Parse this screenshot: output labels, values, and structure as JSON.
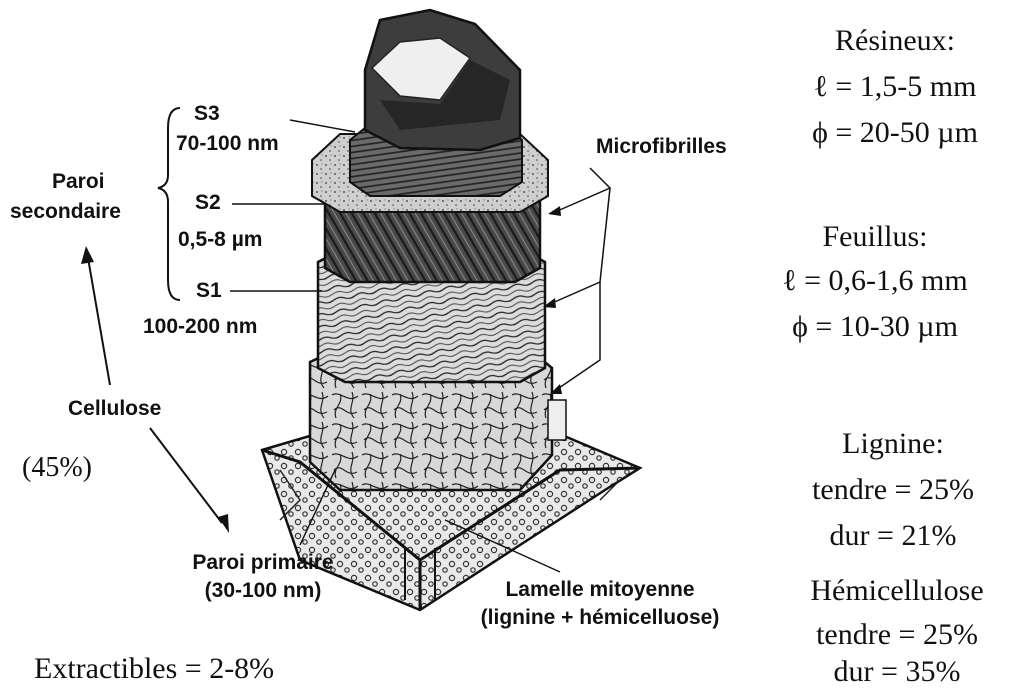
{
  "labels": {
    "s3": "S3",
    "s3_size": "70-100 nm",
    "s2": "S2",
    "s2_size": "0,5-8 µm",
    "s1": "S1",
    "s1_size": "100-200 nm",
    "paroi": "Paroi",
    "secondaire": "secondaire",
    "cellulose": "Cellulose",
    "cellulose_pct": "(45%)",
    "microfibrilles": "Microfibrilles",
    "paroi_primaire": "Paroi primaire",
    "paroi_primaire_size": "(30-100 nm)",
    "lamelle": "Lamelle mitoyenne",
    "lamelle_comp": "(lignine + hémicelluose)",
    "extractibles": "Extractibles = 2-8%"
  },
  "right_panel": {
    "resineux": {
      "title": "Résineux:",
      "length": "ℓ = 1,5-5 mm",
      "diameter": "ϕ = 20-50 µm"
    },
    "feuillus": {
      "title": "Feuillus:",
      "length": "ℓ = 0,6-1,6 mm",
      "diameter": "ϕ = 10-30 µm"
    },
    "lignine": {
      "title": "Lignine:",
      "tendre": "tendre = 25%",
      "dur": "dur = 21%"
    },
    "hemicellulose": {
      "title": "Hémicellulose",
      "tendre": "tendre = 25%",
      "dur": "dur = 35%"
    }
  }
}
